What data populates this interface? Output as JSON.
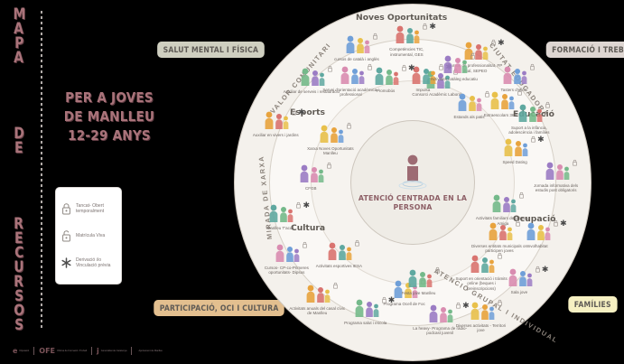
{
  "poster": {
    "vertical_title_words": [
      "MAPA",
      "DE",
      "RECURSOS"
    ],
    "headline_lines": [
      "PER A JOVES",
      "DE MANLLEU",
      "12-29 ANYS"
    ],
    "accent_color": "#a9737a",
    "canvas_bg": "#000000"
  },
  "legend": {
    "items": [
      {
        "icon": "closed-lock-icon",
        "label": "Tancat- Obert temporalment"
      },
      {
        "icon": "open-lock-icon",
        "label": "Matrícula Viva"
      },
      {
        "icon": "asterisk-icon",
        "label": "Derivació i/o Vinculació prèvia"
      }
    ]
  },
  "category_pills": [
    {
      "id": "salut",
      "label": "SALUT MENTAL I FÍSICA",
      "color": "#cfcfc0"
    },
    {
      "id": "formacio",
      "label": "FORMACIÓ I TREBALL",
      "color": "#ded6d2"
    },
    {
      "id": "participacio",
      "label": "PARTICIPACIÓ, OCI I CULTURA",
      "color": "#e3bf8f"
    },
    {
      "id": "families",
      "label": "FAMÍLIES",
      "color": "#f6f0c2"
    }
  ],
  "wheel": {
    "core_label": "ATENCIÓ CENTRADA EN LA PERSONA",
    "arc_labels": {
      "top_left": "VALOR COMUNITARI",
      "top_right": "CIUTAT EDUCADORA",
      "left": "MIRADA DE XARXA",
      "bottom": "ATENCIÓ GRUPAL I INDIVIDUAL"
    },
    "section_headings": {
      "noves": "Noves Oportunitats",
      "esports": "Esports",
      "cultura": "Cultura",
      "educacio": "Educació",
      "ocupacio": "Ocupació"
    },
    "nodes": [
      {
        "id": "auxiliar-vivers",
        "label": "Auxiliar en vivers i jardins"
      },
      {
        "id": "auxiliar-serveis",
        "label": "Auxiliar de serveis i restauració"
      },
      {
        "id": "cursos-catala",
        "label": "cursos de català i anglès"
      },
      {
        "id": "competencies-tic",
        "label": "Competències TIC, instrumental, GES"
      },
      {
        "id": "cfgb",
        "label": "CFGB"
      },
      {
        "id": "xarxa-noves",
        "label": "Xarxa Noves Oportunitats Manlleu"
      },
      {
        "id": "manlleu-tacull",
        "label": "Manlleu T'acull"
      },
      {
        "id": "cursos-cfgm",
        "label": "Cursos- CP-co-Primeres oportunitats- Dipsos"
      },
      {
        "id": "activitats-casal",
        "label": "Activitats anuals del casal cívic de Manlleu"
      },
      {
        "id": "programa-salut",
        "label": "Programa salut i escola"
      },
      {
        "id": "ocell-foc",
        "label": "Programa Ocell de Foc"
      },
      {
        "id": "activitats-esportives",
        "label": "Activitats esportives IESA"
      },
      {
        "id": "la-heavy",
        "label": "La heavy- Programa de ràdio- podcast juvenil"
      },
      {
        "id": "diverses-territori",
        "label": "Diverses activitats - Territori jove"
      },
      {
        "id": "festa-jove",
        "label": "Festa jove Manlleu"
      },
      {
        "id": "sala-jove",
        "label": "Sala jove"
      },
      {
        "id": "diverses-entitats",
        "label": "Diverses entitats municipals on participen joves"
      },
      {
        "id": "activitats-familiars",
        "label": "Activitats familiars de la Xarxa Amiga"
      },
      {
        "id": "involhabitat",
        "label": "Involhabitat"
      },
      {
        "id": "suport-orientacio",
        "label": "Suport en orientació i tràmits online (beques i preinscripcions)"
      },
      {
        "id": "jornada-informativa",
        "label": "Jornada informativa dels estudis post obligatoris"
      },
      {
        "id": "speed-dating",
        "label": "Speed Dating"
      },
      {
        "id": "suport-infancia",
        "label": "Suport a la infància, adolescència i famílies"
      },
      {
        "id": "tasters-oficis",
        "label": "Tasters d'oficis"
      },
      {
        "id": "cursos-professionalitat",
        "label": "Cursos de professionalitat, FP dual, SEPEO"
      },
      {
        "id": "consorci-academic",
        "label": "Consorci Acadèmic Laboral"
      },
      {
        "id": "estands-patis",
        "label": "Estands als patis"
      },
      {
        "id": "impulsa",
        "label": "Impulsa"
      },
      {
        "id": "activitats-cataleg",
        "label": "Activitats catàleg educatiu"
      },
      {
        "id": "extraescolars",
        "label": "Extraescolars 360°"
      },
      {
        "id": "promobus",
        "label": "Promobús"
      },
      {
        "id": "servei-orientacio",
        "label": "Servei d'orientació acadèmica i professional"
      }
    ]
  },
  "footer_logos": [
    {
      "mark": "e",
      "text": "Diputació"
    },
    {
      "mark": "OFE",
      "text": "Oficina de Formació i Treball"
    },
    {
      "mark": "j",
      "text": "Generalitat de Catalunya"
    },
    {
      "mark": "",
      "text": "Ajuntament de Manlleu"
    }
  ]
}
